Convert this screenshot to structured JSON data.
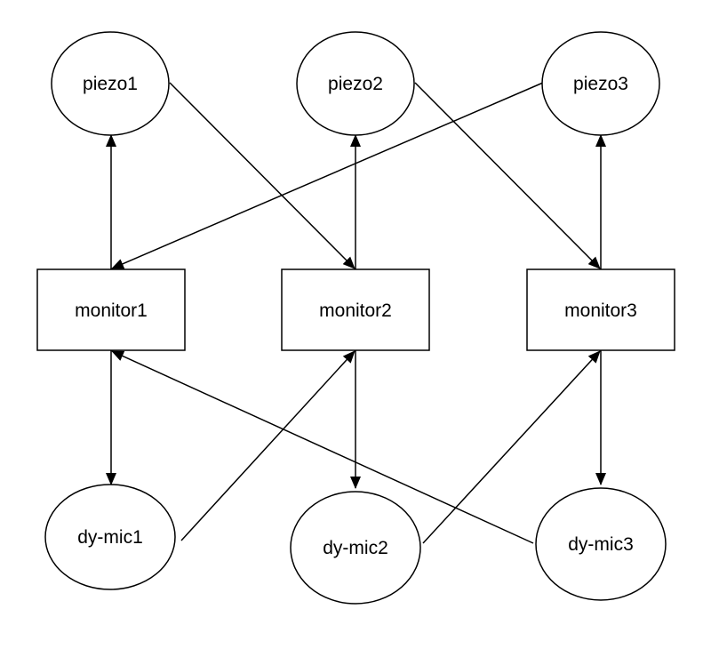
{
  "nodes": {
    "piezo1": {
      "label": "piezo1",
      "shape": "ellipse"
    },
    "piezo2": {
      "label": "piezo2",
      "shape": "ellipse"
    },
    "piezo3": {
      "label": "piezo3",
      "shape": "ellipse"
    },
    "monitor1": {
      "label": "monitor1",
      "shape": "box"
    },
    "monitor2": {
      "label": "monitor2",
      "shape": "box"
    },
    "monitor3": {
      "label": "monitor3",
      "shape": "box"
    },
    "dymic1": {
      "label": "dy-mic1",
      "shape": "ellipse"
    },
    "dymic2": {
      "label": "dy-mic2",
      "shape": "ellipse"
    },
    "dymic3": {
      "label": "dy-mic3",
      "shape": "ellipse"
    }
  },
  "edges": [
    {
      "from": "monitor1",
      "to": "piezo1"
    },
    {
      "from": "monitor2",
      "to": "piezo2"
    },
    {
      "from": "monitor3",
      "to": "piezo3"
    },
    {
      "from": "piezo1",
      "to": "monitor2"
    },
    {
      "from": "piezo2",
      "to": "monitor3"
    },
    {
      "from": "piezo3",
      "to": "monitor1"
    },
    {
      "from": "monitor1",
      "to": "dymic1"
    },
    {
      "from": "monitor2",
      "to": "dymic2"
    },
    {
      "from": "monitor3",
      "to": "dymic3"
    },
    {
      "from": "dymic1",
      "to": "monitor2"
    },
    {
      "from": "dymic2",
      "to": "monitor3"
    },
    {
      "from": "dymic3",
      "to": "monitor1"
    }
  ],
  "colors": {
    "stroke": "#000000",
    "fill": "#ffffff"
  }
}
